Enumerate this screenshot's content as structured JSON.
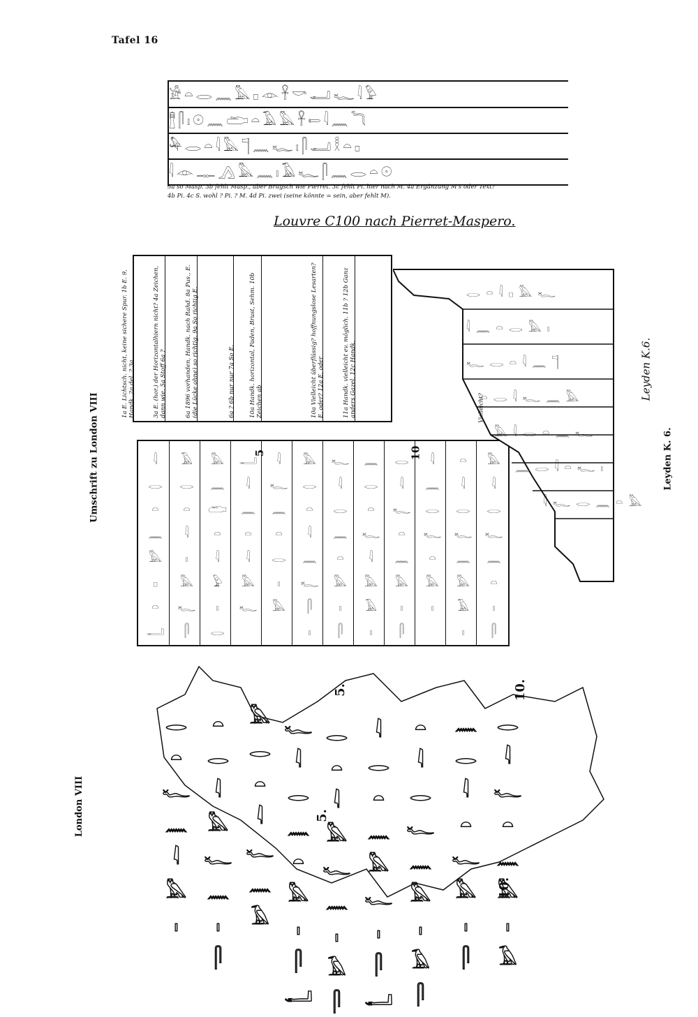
{
  "page": {
    "plate_label": "Tafel 16",
    "left_header": "London VIII",
    "middle_header": "Umschrift zu London VIII",
    "right_header": "Leyden K. 6."
  },
  "louvre": {
    "rows": [
      "𓀀𓏏𓂋𓈖𓅓𓊪𓁹𓋹𓎡𓂝𓆑𓇋𓅱",
      "𓊽𓋴𓏤𓇳𓈖𓂧𓏏𓄿𓅓𓋹𓍿𓇋𓈖𓆓",
      "𓅆𓂋𓏏𓇋𓅓𓊹𓈖𓆑𓏤𓋴𓂝𓎛𓏏𓊪",
      "𓇋𓁹𓊃𓂻𓅓𓈖𓏤𓄿𓆑𓋴𓈖𓂋𓏏𓇳"
    ],
    "notes": [
      "3a so Masp. 3b fehlt Masp., aber Brugsch wie Pierret. 3c fehlt Pi. hier nach M. 4a Ergänzung M's oder Text?",
      "4b Pi. 4c S. wohl ? Pi. ? M. 4d Pi. zwei (seine könnte = sein, aber fehlt M)."
    ],
    "caption": "Louvre C100 nach Pierret-Maspero."
  },
  "notes_box": {
    "columns": [
      "1a E. Lichtsch. nicht, keine sichere Spur. 1b E. 9, Handk. 2a del. ? 3a",
      "3a E. (hor.) der Horizontalhiern nicht? 4a Zeichen, dann wie. 5a Stoff 6a ?",
      "6a 1896 vorhanden, Handk. nach Rahd. 8a Pus., E. (die Lücke ohne) so richtig. 9a So richtig E.",
      "6a ? 6b nur nur 7a So E.",
      "10a Handk. horizontal, Faden, Brust, Sehm. 10b Zeichen ab",
      "10a Vielleicht überflüssig? hoffnungslose Lesarten? E. oder? 12a E. oder",
      "11a Handk. vielleicht ev. möglich. 11b ? 12b Ganz anders Gazel. 12c Handk."
    ]
  },
  "london_transcription": {
    "line_numbers": [
      "5",
      "10"
    ],
    "columns": [
      "𓇋𓂋𓏏𓈖𓅓𓊪𓏏𓂝",
      "𓄿𓂋𓏏𓇋𓏤𓅓𓆑𓋴",
      "𓅓𓈖𓂧𓏏𓇋𓅱𓏤𓂋",
      "𓂝𓇋𓈖𓏏𓇋𓅓𓆑",
      "𓇋𓆑𓈖𓏏𓂋𓏤𓅓",
      "𓅓𓂋𓏏𓇋𓈖𓆑𓋴𓏤",
      "𓆑𓇋𓂋𓈖𓏏𓅓𓏤𓋴",
      "𓈖𓂋𓏏𓆑𓇋𓅓𓄿𓏤",
      "𓂋𓇋𓆑𓏏𓈖𓅓𓏤𓋴",
      "𓇋𓈖𓂋𓆑𓏏𓅓𓏤",
      "𓏏𓇋𓂋𓆑𓈖𓅓𓄿𓏤",
      "𓅓𓇋𓂋𓆑𓈖𓏏𓏤𓋴"
    ]
  },
  "leyden": {
    "caption": "Leyden K.6.",
    "note": "Vielleicht?",
    "columns": [
      "𓂋𓏏𓇋𓊪𓅓𓆑",
      "𓇋𓈖𓏏𓂋𓅓𓏤",
      "𓆑𓂋𓏏𓇋𓈖𓊹",
      "𓏏𓂋𓇋𓆑𓈖𓅓",
      "𓅓𓇋𓂋𓏏𓈖𓆑",
      "𓈖𓂋𓇋𓏏𓆑𓏤",
      "𓇋𓆑𓂋𓈖𓏏𓅓"
    ]
  },
  "london_photo": {
    "line_numbers": [
      "5.",
      "5.",
      "10.",
      "10."
    ],
    "columns": [
      "𓂋𓏏𓆑𓈖𓇋𓅓𓏤",
      "𓏏𓂋𓇋𓅓𓆑𓈖𓏤𓋴",
      "𓅓𓂋𓏏𓇋𓆑𓈖𓄿",
      "𓆑𓇋𓂋𓈖𓏏𓅓𓏤𓋴𓂝",
      "𓂋𓏏𓇋𓅓𓆑𓈖𓏤𓄿𓋴",
      "𓇋𓂋𓏏𓈖𓅓𓆑𓏤𓋴𓂝",
      "𓏏𓇋𓂋𓆑𓈖𓅓𓏤𓄿𓋴",
      "𓈖𓂋𓇋𓏏𓆑𓅓𓏤𓋴",
      "𓂋𓇋𓆑𓏏𓈖𓅓𓏤𓄿"
    ]
  }
}
